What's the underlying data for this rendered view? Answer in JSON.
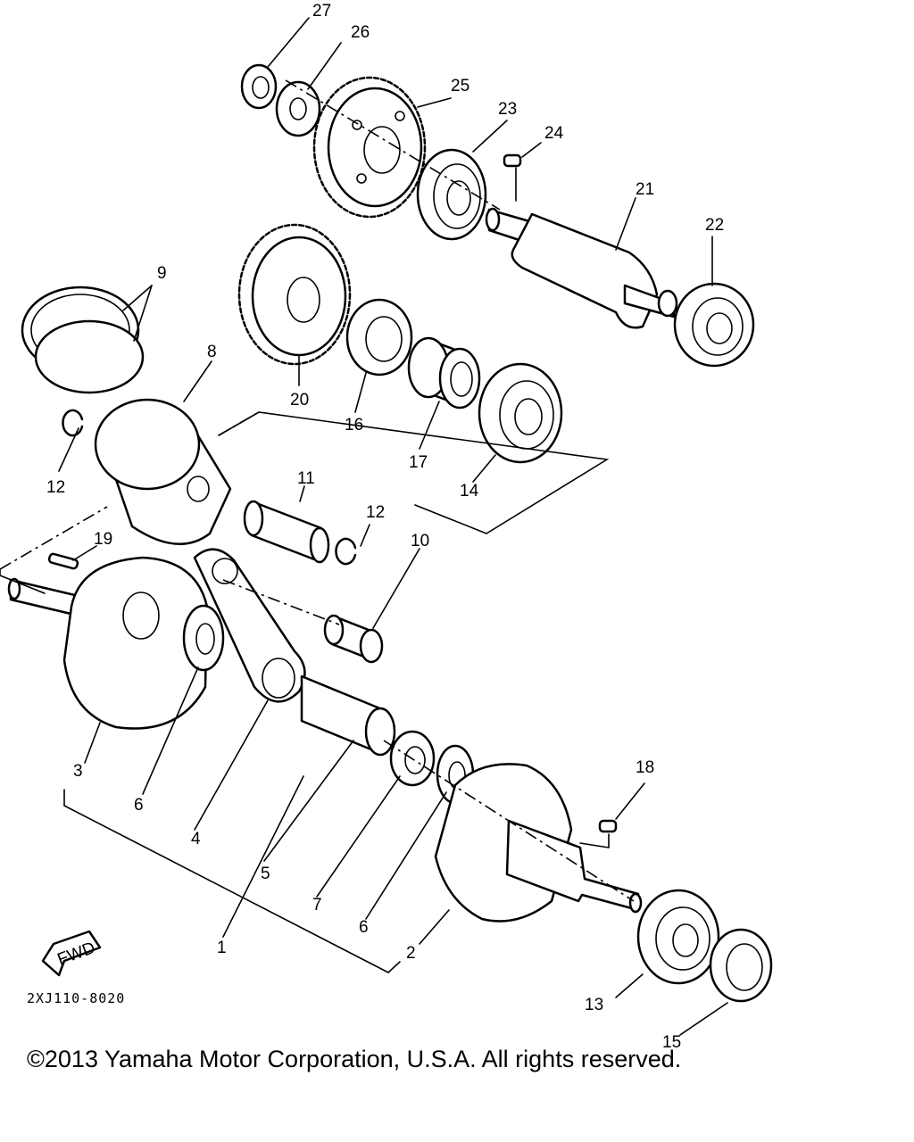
{
  "diagram": {
    "callouts": {
      "c1": "1",
      "c2": "2",
      "c3": "3",
      "c4": "4",
      "c5": "5",
      "c6a": "6",
      "c6b": "6",
      "c7": "7",
      "c8": "8",
      "c9": "9",
      "c10": "10",
      "c11": "11",
      "c12a": "12",
      "c12b": "12",
      "c13": "13",
      "c14": "14",
      "c15": "15",
      "c16": "16",
      "c17": "17",
      "c18": "18",
      "c19": "19",
      "c20": "20",
      "c21": "21",
      "c22": "22",
      "c23": "23",
      "c24": "24",
      "c25": "25",
      "c26": "26",
      "c27": "27"
    },
    "fwd_label": "FWD",
    "drawing_code": "2XJ110-8020"
  },
  "footer": {
    "copyright": "©2013 Yamaha Motor Corporation, U.S.A. All rights reserved."
  }
}
